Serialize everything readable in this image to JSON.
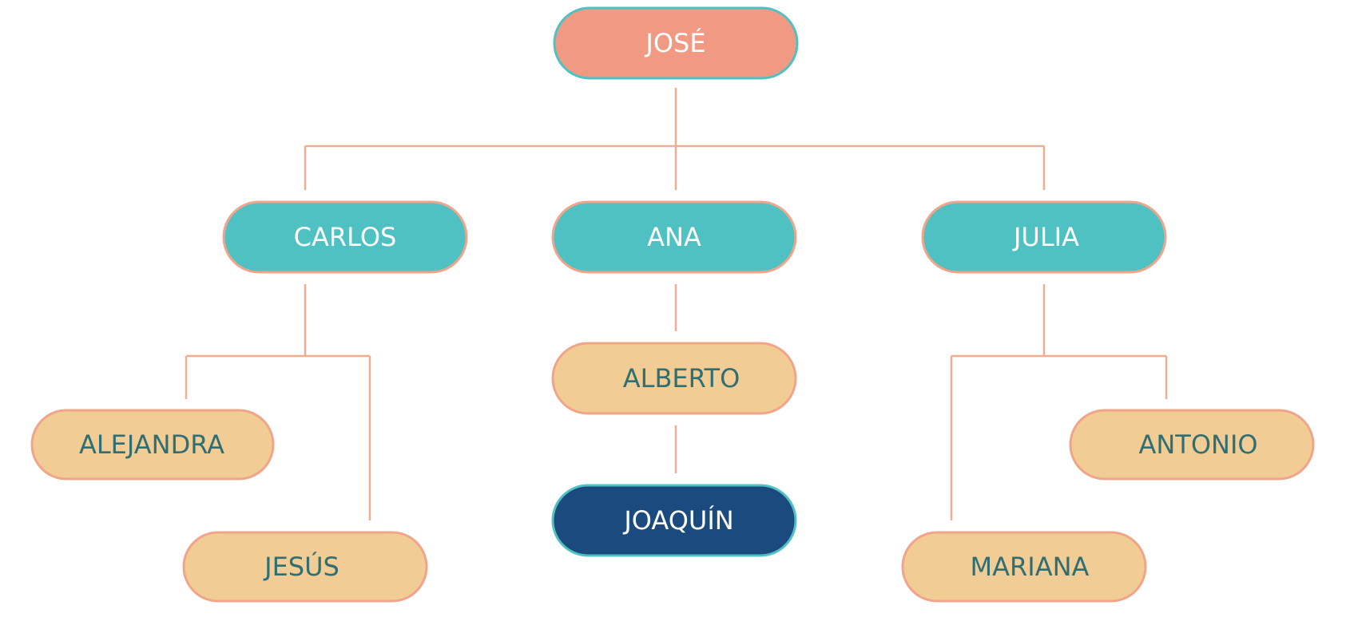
{
  "colors": {
    "root_fill": "#f09a84",
    "root_border": "#4fc1c2",
    "child_fill": "#4fc1c2",
    "child_border": "#f0a48a",
    "grandchild_fill": "#f1cc94",
    "grandchild_border": "#f0a48a",
    "focus_fill": "#1b4b7e",
    "focus_border": "#4fc1c2",
    "connector": "#f0ad90",
    "light_text": "#ffffff",
    "dark_text": "#2f6f73"
  },
  "tree": {
    "root": {
      "label": "JOSÉ"
    },
    "children": [
      {
        "label": "CARLOS",
        "children": [
          {
            "label": "ALEJANDRA"
          },
          {
            "label": "JESÚS"
          }
        ]
      },
      {
        "label": "ANA",
        "children": [
          {
            "label": "ALBERTO"
          },
          {
            "label": "JOAQUÍN"
          }
        ]
      },
      {
        "label": "JULIA",
        "children": [
          {
            "label": "ANTONIO"
          },
          {
            "label": "MARIANA"
          }
        ]
      }
    ]
  }
}
